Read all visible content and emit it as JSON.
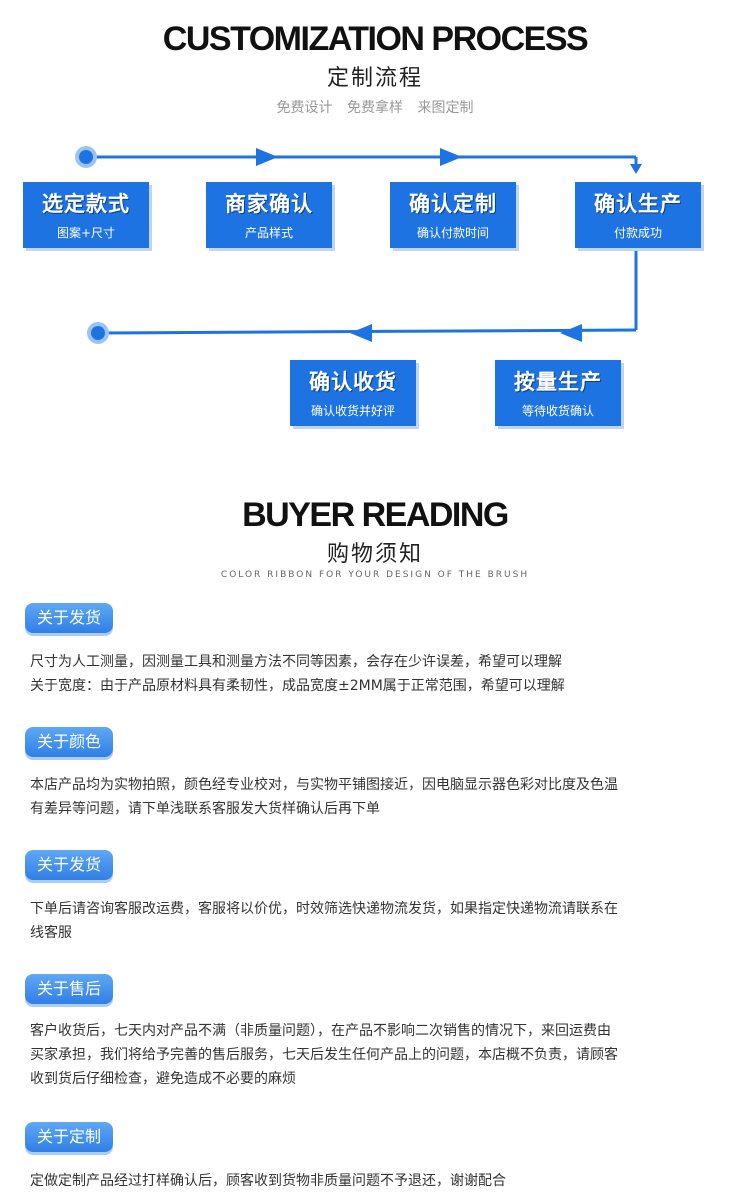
{
  "process": {
    "title_en": "CUSTOMIZATION PROCESS",
    "title_cn": "定制流程",
    "subtitle": "免费设计  免费拿样  来图定制",
    "steps": [
      {
        "title": "选定款式",
        "sub": "图案+尺寸"
      },
      {
        "title": "商家确认",
        "sub": "产品样式"
      },
      {
        "title": "确认定制",
        "sub": "确认付款时间"
      },
      {
        "title": "确认生产",
        "sub": "付款成功"
      },
      {
        "title": "按量生产",
        "sub": "等待收货确认"
      },
      {
        "title": "确认收货",
        "sub": "确认收货并好评"
      }
    ]
  },
  "reading": {
    "title_en": "BUYER READING",
    "title_cn": "购物须知",
    "tagline": "COLOR RIBBON FOR YOUR DESIGN OF THE BRUSH",
    "sections": [
      {
        "label": "关于发货",
        "lines": [
          "尺寸为人工测量，因测量工具和测量方法不同等因素，会存在少许误差，希望可以理解",
          "关于宽度：由于产品原材料具有柔韧性，成品宽度±2MM属于正常范围，希望可以理解"
        ]
      },
      {
        "label": "关于颜色",
        "lines": [
          "本店产品均为实物拍照，颜色经专业校对，与实物平铺图接近，因电脑显示器色彩对比度及色温",
          "有差异等问题，请下单浅联系客服发大货样确认后再下单"
        ]
      },
      {
        "label": "关于发货",
        "lines": [
          "下单后请咨询客服改运费，客服将以价优，时效筛选快递物流发货，如果指定快递物流请联系在",
          "线客服"
        ]
      },
      {
        "label": "关于售后",
        "lines": [
          "客户收货后，七天内对产品不满（非质量问题），在产品不影响二次销售的情况下，来回运费由",
          "买家承担，我们将给予完善的售后服务，七天后发生任何产品上的问题，本店概不负责，请顾客",
          "收到货后仔细检查，避免造成不必要的麻烦"
        ]
      },
      {
        "label": "关于定制",
        "lines": [
          "定做定制产品经过打样确认后，顾客收到货物非质量问题不予退还，谢谢配合"
        ]
      }
    ]
  },
  "colors": {
    "accent": "#1e73e3",
    "pill": "#3d8cea"
  }
}
